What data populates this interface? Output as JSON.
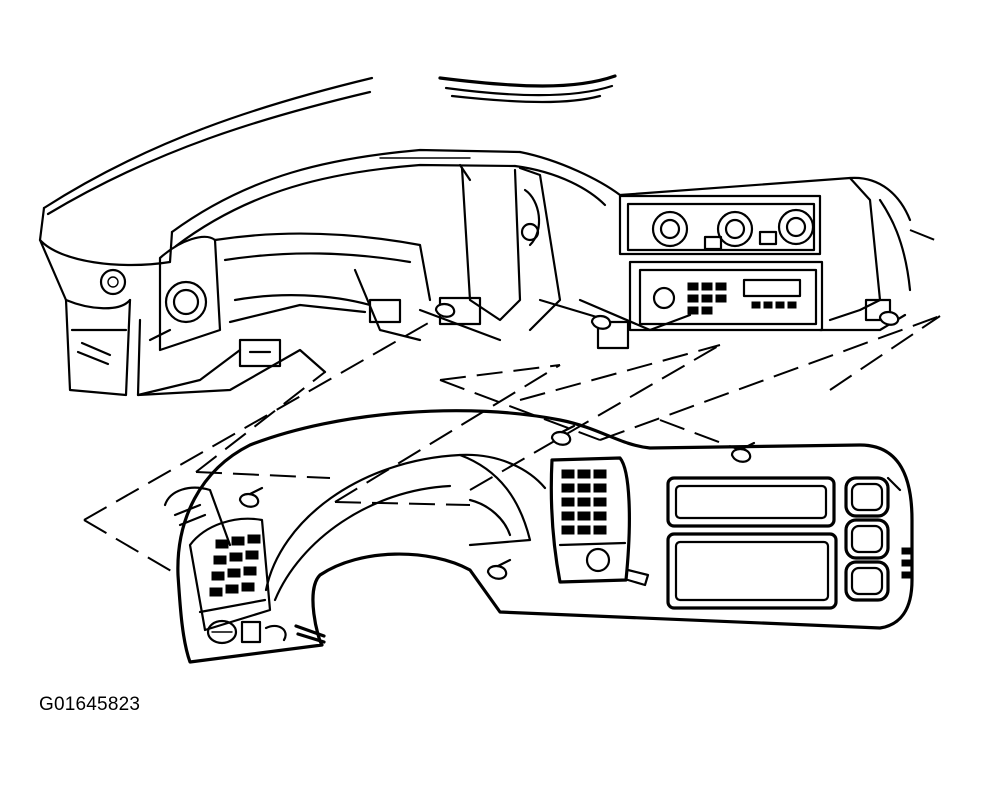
{
  "figure": {
    "id_label": "G01645823"
  },
  "parts": {
    "upper": "instrument-panel-carrier",
    "lower": "instrument-panel-trim-bezel",
    "fasteners": "retaining-clips"
  }
}
